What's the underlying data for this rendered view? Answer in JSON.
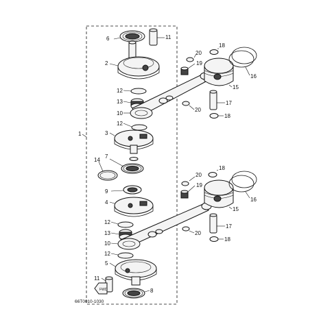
{
  "diagram": {
    "drawing_code": "66T0010-1030",
    "front_mark": "FWD",
    "callouts": [
      {
        "id": "c6",
        "label": "6"
      },
      {
        "id": "c11a",
        "label": "11"
      },
      {
        "id": "c2",
        "label": "2"
      },
      {
        "id": "c20a",
        "label": "20"
      },
      {
        "id": "c18a",
        "label": "18"
      },
      {
        "id": "c19a",
        "label": "19"
      },
      {
        "id": "c16a",
        "label": "16"
      },
      {
        "id": "c15a",
        "label": "15"
      },
      {
        "id": "c12a",
        "label": "12"
      },
      {
        "id": "c13a",
        "label": "13"
      },
      {
        "id": "c17a",
        "label": "17"
      },
      {
        "id": "c10a",
        "label": "10"
      },
      {
        "id": "c20b",
        "label": "20"
      },
      {
        "id": "c18b",
        "label": "18"
      },
      {
        "id": "c12b",
        "label": "12"
      },
      {
        "id": "c1",
        "label": "1"
      },
      {
        "id": "c3",
        "label": "3"
      },
      {
        "id": "c7",
        "label": "7"
      },
      {
        "id": "c14",
        "label": "14"
      },
      {
        "id": "c20c",
        "label": "20"
      },
      {
        "id": "c18c",
        "label": "18"
      },
      {
        "id": "c19b",
        "label": "19"
      },
      {
        "id": "c9",
        "label": "9"
      },
      {
        "id": "c4",
        "label": "4"
      },
      {
        "id": "c16b",
        "label": "16"
      },
      {
        "id": "c15b",
        "label": "15"
      },
      {
        "id": "c12c",
        "label": "12"
      },
      {
        "id": "c17b",
        "label": "17"
      },
      {
        "id": "c13b",
        "label": "13"
      },
      {
        "id": "c20d",
        "label": "20"
      },
      {
        "id": "c10b",
        "label": "10"
      },
      {
        "id": "c18d",
        "label": "18"
      },
      {
        "id": "c12d",
        "label": "12"
      },
      {
        "id": "c5",
        "label": "5"
      },
      {
        "id": "c11b",
        "label": "11"
      },
      {
        "id": "c8",
        "label": "8"
      }
    ]
  }
}
